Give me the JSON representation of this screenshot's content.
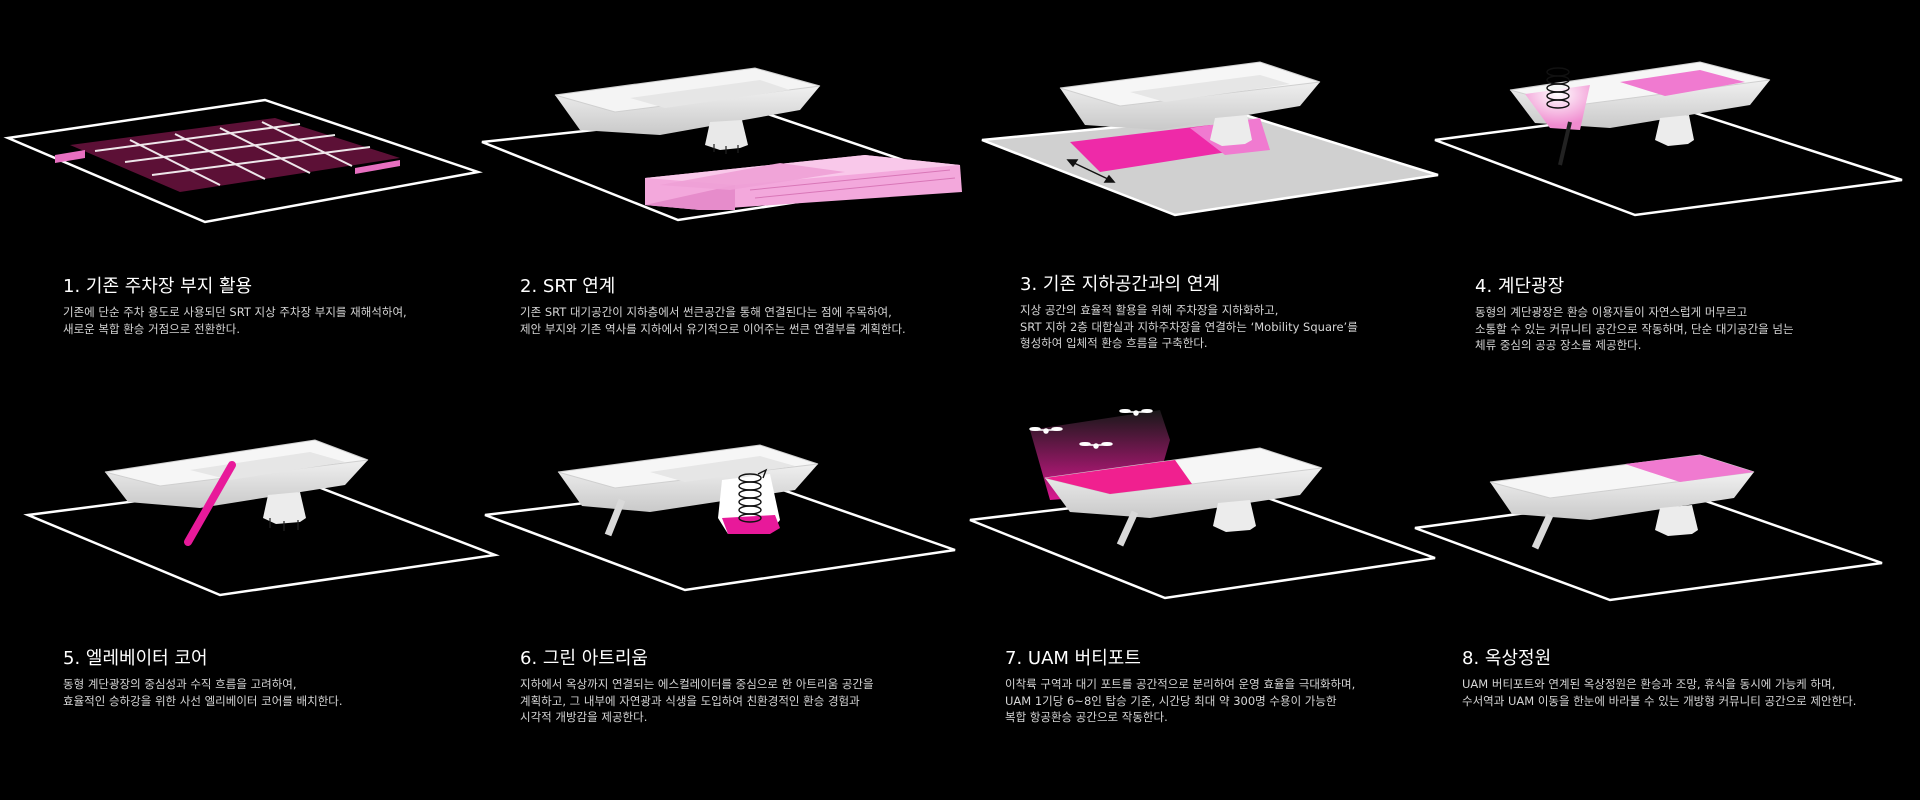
{
  "panels": [
    {
      "title": "1. 기존 주차장 부지 활용",
      "desc": [
        "기존에 단순 주차 용도로 사용되던 SRT 지상 주차장 부지를 재해석하여,",
        "새로운 복합 환승 거점으로 전환한다."
      ]
    },
    {
      "title": "2. SRT 연계",
      "desc": [
        "기존 SRT 대기공간이 지하층에서 썬큰공간을 통해 연결된다는 점에 주목하여,",
        "제안 부지와 기존 역사를 지하에서 유기적으로 이어주는 썬큰 연결부를 계획한다."
      ]
    },
    {
      "title": "3. 기존 지하공간과의 연계",
      "desc": [
        "지상 공간의 효율적 활용을 위해 주차장을 지하화하고,",
        "SRT 지하 2층 대합실과 지하주차장을 연결하는 ‘Mobility Square’를",
        "형성하여 입체적 환승 흐름을 구축한다."
      ]
    },
    {
      "title": "4. 계단광장",
      "desc": [
        "동형의 계단광장은 환승 이용자들이 자연스럽게 머무르고",
        "소통할 수 있는 커뮤니티 공간으로 작동하며, 단순 대기공간을 넘는",
        "체류 중심의 공공 장소를 제공한다."
      ]
    },
    {
      "title": "5. 엘레베이터 코어",
      "desc": [
        "동형 계단광장의 중심성과 수직 흐름을 고려하여,",
        "효율적인 승하강을 위한 사선 엘리베이터 코어를 배치한다."
      ]
    },
    {
      "title": "6. 그린 아트리움",
      "desc": [
        "지하에서 옥상까지 연결되는 에스컬레이터를 중심으로 한 아트리움 공간을",
        "계획하고, 그 내부에 자연광과 식생을 도입하여 친환경적인 환승 경험과",
        "시각적 개방감을 제공한다."
      ]
    },
    {
      "title": "7. UAM 버티포트",
      "desc": [
        "이착륙 구역과 대기 포트를 공간적으로 분리하여 운영 효율을 극대화하며,",
        "UAM 1기당 6~8인 탑승 기준, 시간당 최대 약 300명 수용이 가능한",
        "복합 항공환승 공간으로 작동한다."
      ]
    },
    {
      "title": "8. 옥상정원",
      "desc": [
        "UAM 버티포트와 연계된 옥상정원은 환승과 조망, 휴식을 동시에 가능케 하며,",
        "수서역과 UAM 이동을 한눈에 바라볼 수 있는 개방형 커뮤니티 공간으로 제안한다."
      ]
    }
  ],
  "colors": {
    "background": "#000000",
    "accent_pink": "#f07ad0",
    "accent_magenta": "#e8199a",
    "parking_maroon": "#5c1036",
    "building_white": "#f2f2f2",
    "site_outline": "#ffffff"
  },
  "icons": [
    "spiral-staircase-icon",
    "escalator-spiral-icon",
    "drone-icon",
    "double-arrow-icon"
  ]
}
